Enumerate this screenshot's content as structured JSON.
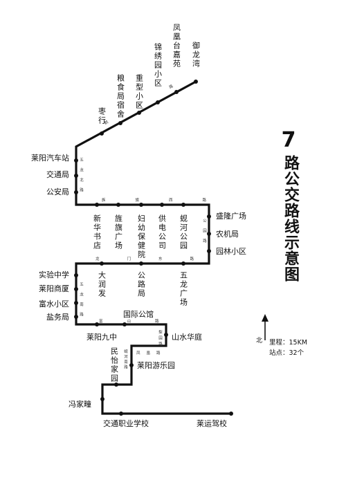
{
  "title": {
    "number": "7",
    "text": "路公交路线示意图"
  },
  "compass": {
    "label": "北"
  },
  "info": {
    "mileage": "里程：15KM",
    "stops": "站点：32个"
  },
  "stations": [
    "御龙湾",
    "凤凰台嘉苑",
    "锦绣园小区",
    "重型小区",
    "粮食局宿舍",
    "枣行",
    "莱阳汽车站",
    "交通局",
    "公安局",
    "新华书店",
    "旌旗广场",
    "妇幼保健院",
    "供电公司",
    "蚬河公园",
    "盛隆广场",
    "农机局",
    "园林小区",
    "五龙广场",
    "公路局",
    "大润发",
    "实验中学",
    "莱阳商厦",
    "富水小区",
    "盐务局",
    "国际公馆",
    "莱阳九中",
    "山水华庭",
    "民怡家园",
    "莱阳游乐园",
    "冯家疃",
    "交通职业学校",
    "莱运驾校"
  ],
  "roads": [
    "鹤山路",
    "五龙北路",
    "旌旗西路",
    "公园路",
    "龙门东路",
    "五龙南路",
    "富山路",
    "梨园路",
    "凤凰路",
    "蚬河南路"
  ]
}
